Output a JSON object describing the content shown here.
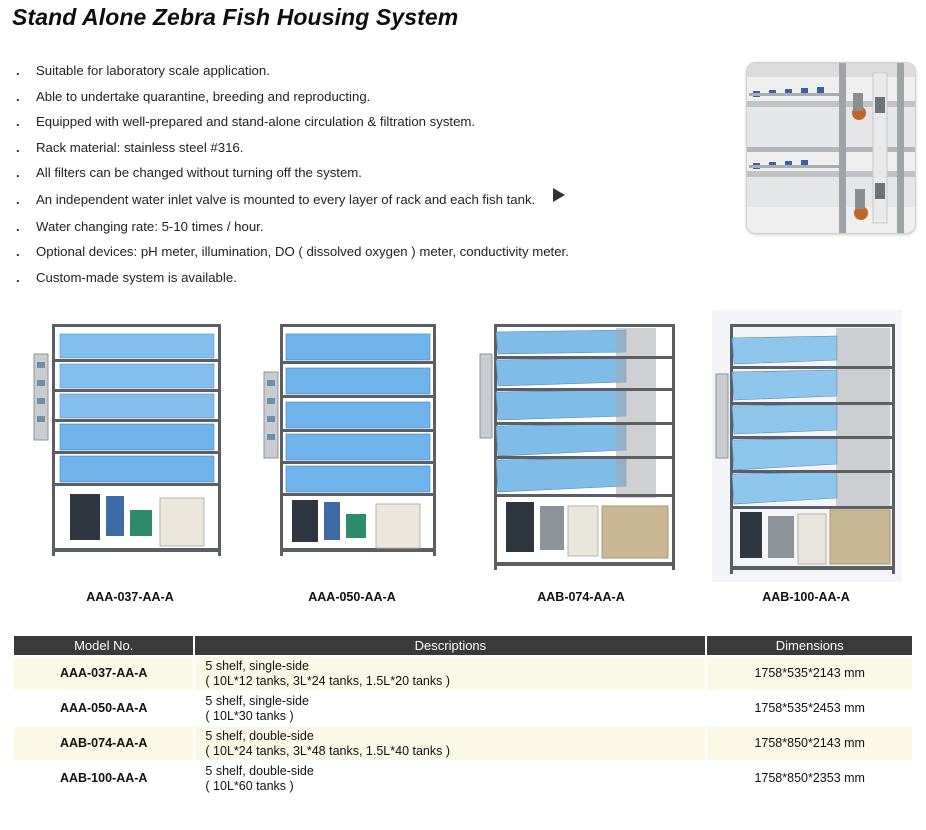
{
  "title": "Stand Alone Zebra Fish Housing System",
  "features": [
    "Suitable for laboratory scale application.",
    "Able to undertake quarantine, breeding and reproducting.",
    "Equipped with well-prepared and stand-alone circulation & filtration system.",
    "Rack material: stainless steel #316.",
    "All filters can be changed without turning off the system.",
    "An independent water inlet valve is mounted to every layer of rack and each fish tank.",
    "Water changing rate: 5-10 times / hour.",
    "Optional devices: pH meter, illumination, DO ( dissolved oxygen ) meter, conductivity meter.",
    "Custom-made system is available."
  ],
  "bullet": ".",
  "products": [
    {
      "label": "AAA-037-AA-A"
    },
    {
      "label": "AAA-050-AA-A"
    },
    {
      "label": "AAB-074-AA-A"
    },
    {
      "label": "AAB-100-AA-A"
    }
  ],
  "table": {
    "headers": [
      "Model No.",
      "Descriptions",
      "Dimensions"
    ],
    "rows": [
      {
        "model": "AAA-037-AA-A",
        "desc1": "5 shelf, single-side",
        "desc2": "( 10L*12 tanks, 3L*24 tanks, 1.5L*20 tanks )",
        "dim": "1758*535*2143 mm"
      },
      {
        "model": "AAA-050-AA-A",
        "desc1": "5 shelf, single-side",
        "desc2": "( 10L*30 tanks )",
        "dim": "1758*535*2453 mm"
      },
      {
        "model": "AAB-074-AA-A",
        "desc1": "5 shelf, double-side",
        "desc2": "( 10L*24 tanks, 3L*48 tanks, 1.5L*40 tanks )",
        "dim": "1758*850*2143 mm"
      },
      {
        "model": "AAB-100-AA-A",
        "desc1": "5 shelf, double-side",
        "desc2": "( 10L*60 tanks )",
        "dim": "1758*850*2353 mm"
      }
    ]
  },
  "colors": {
    "tank_blue": "#6fb3ea",
    "frame": "#5b5f63",
    "header_bg": "#3a3a3a",
    "row_bg": "#fbf9e6"
  }
}
